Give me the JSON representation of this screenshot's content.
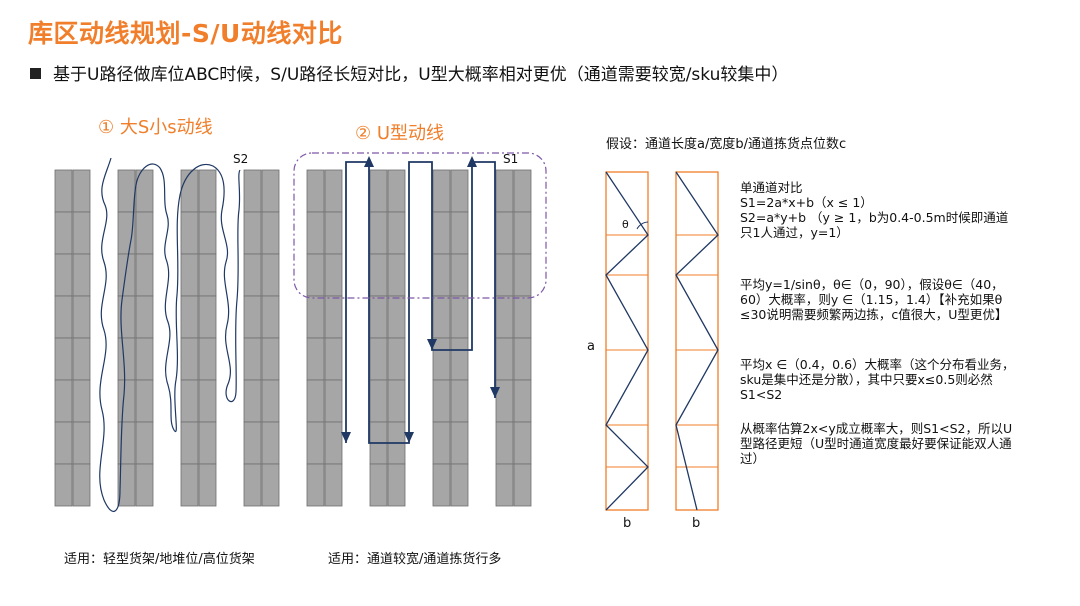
{
  "title": "库区动线规划-S/U动线对比",
  "bullet": "基于U路径做库位ABC时候，S/U路径长短对比，U型大概率相对更优（通道需要较宽/sku较集中）",
  "diagram1": {
    "heading": "① 大S小s动线",
    "label_s2": "S2",
    "applies": "适用：轻型货架/地堆位/高位货架"
  },
  "diagram2": {
    "heading": "② U型动线",
    "label_s1": "S1",
    "applies": "适用：通道较宽/通道拣货行多"
  },
  "analysis": {
    "assumption": "假设：通道长度a/宽度b/通道拣货点位数c",
    "label_a": "a",
    "label_b1": "b",
    "label_b2": "b",
    "label_theta": "θ",
    "notes": [
      [
        "单通道对比",
        "S1=2a*x+b（x ≤ 1）",
        "S2=a*y+b （y ≥ 1，b为0.4-0.5m时候即通道只1人通过，y=1）"
      ],
      [
        "平均y=1/sinθ，θ∈（0，90），假设θ∈（40，60）大概率，则y ∈（1.15，1.4）【补充如果θ ≤30说明需要频繁两边拣，c值很大，U型更优】"
      ],
      [
        "平均x ∈（0.4，0.6）大概率（这个分布看业务，sku是集中还是分散），其中只要x≤0.5则必然S1<S2"
      ],
      [
        "从概率估算2x<y成立概率大，则S1<S2，所以U型路径更短（U型时通道宽度最好要保证能双人通过）"
      ]
    ]
  },
  "colors": {
    "accent": "#F07E2A",
    "rack_fill": "#A6A6A6",
    "rack_stroke": "#6E6E6E",
    "path": "#1F3864",
    "dash_box": "#7E57A8"
  }
}
